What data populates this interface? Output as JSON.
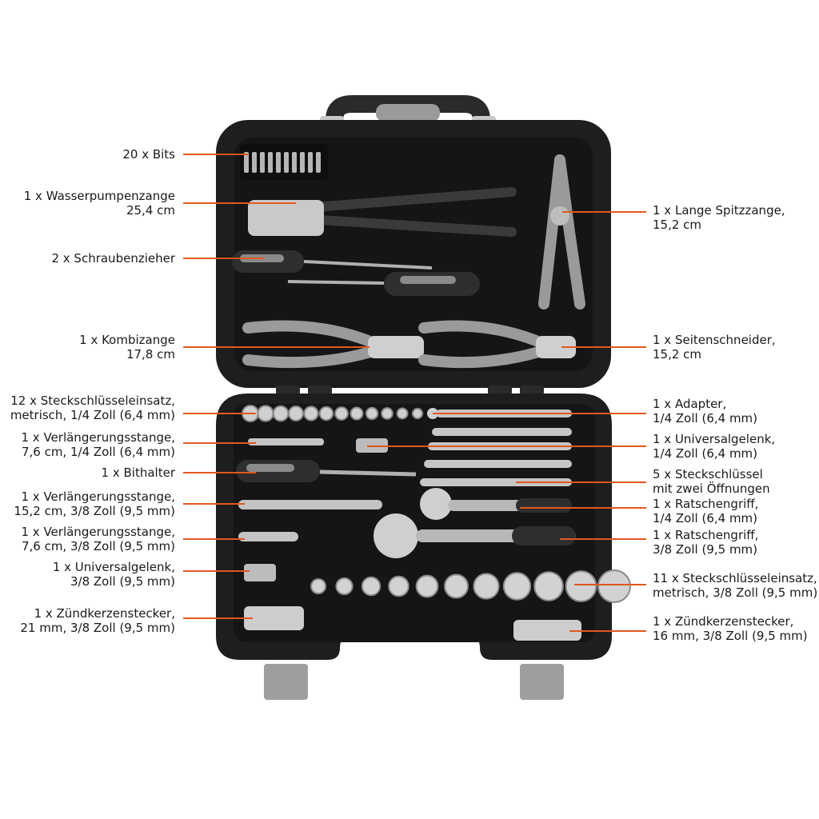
{
  "accent_color": "#e2571e",
  "case_color": "#1e1e1e",
  "left_labels": [
    {
      "id": "bits",
      "lines": [
        "20 x Bits"
      ]
    },
    {
      "id": "water-pump-pliers",
      "lines": [
        "1 x Wasserpumpenzange",
        "25,4 cm"
      ]
    },
    {
      "id": "screwdrivers",
      "lines": [
        "2 x Schraubenzieher"
      ]
    },
    {
      "id": "combination-pliers",
      "lines": [
        "1 x Kombizange",
        "17,8 cm"
      ]
    },
    {
      "id": "metric-sockets-quarter",
      "lines": [
        "12 x Steckschlüsseleinsatz,",
        "metrisch, 1/4 Zoll (6,4 mm)"
      ]
    },
    {
      "id": "extension-bar-76-quarter",
      "lines": [
        "1 x Verlängerungsstange,",
        "7,6 cm, 1/4 Zoll (6,4 mm)"
      ]
    },
    {
      "id": "bit-holder",
      "lines": [
        "1 x Bithalter"
      ]
    },
    {
      "id": "extension-bar-152-three-eighths",
      "lines": [
        "1 x Verlängerungsstange,",
        "15,2 cm, 3/8 Zoll (9,5 mm)"
      ]
    },
    {
      "id": "extension-bar-76-three-eighths",
      "lines": [
        "1 x Verlängerungsstange,",
        "7,6 cm, 3/8 Zoll (9,5 mm)"
      ]
    },
    {
      "id": "universal-joint-three-eighths",
      "lines": [
        "1 x Universalgelenk,",
        "3/8 Zoll (9,5 mm)"
      ]
    },
    {
      "id": "spark-plug-socket-21",
      "lines": [
        "1 x Zündkerzenstecker,",
        "21 mm, 3/8 Zoll (9,5 mm)"
      ]
    }
  ],
  "right_labels": [
    {
      "id": "long-nose-pliers",
      "lines": [
        "1 x Lange Spitzzange,",
        "15,2 cm"
      ]
    },
    {
      "id": "side-cutter",
      "lines": [
        "1 x Seitenschneider,",
        "15,2 cm"
      ]
    },
    {
      "id": "adapter",
      "lines": [
        "1 x Adapter,",
        "1/4 Zoll (6,4 mm)"
      ]
    },
    {
      "id": "universal-joint-quarter",
      "lines": [
        "1 x Universalgelenk,",
        "1/4 Zoll (6,4 mm)"
      ]
    },
    {
      "id": "combination-wrenches",
      "lines": [
        "5 x Steckschlüssel",
        "mit zwei Öffnungen"
      ]
    },
    {
      "id": "ratchet-quarter",
      "lines": [
        "1 x Ratschengriff,",
        "1/4 Zoll (6,4 mm)"
      ]
    },
    {
      "id": "ratchet-three-eighths",
      "lines": [
        "1 x Ratschengriff,",
        "3/8 Zoll (9,5 mm)"
      ]
    },
    {
      "id": "metric-sockets-three-eighths",
      "lines": [
        "11 x Steckschlüsseleinsatz,",
        "metrisch, 3/8 Zoll (9,5 mm)"
      ]
    },
    {
      "id": "spark-plug-socket-16",
      "lines": [
        "1 x Zündkerzenstecker,",
        "16 mm, 3/8 Zoll (9,5 mm)"
      ]
    }
  ]
}
